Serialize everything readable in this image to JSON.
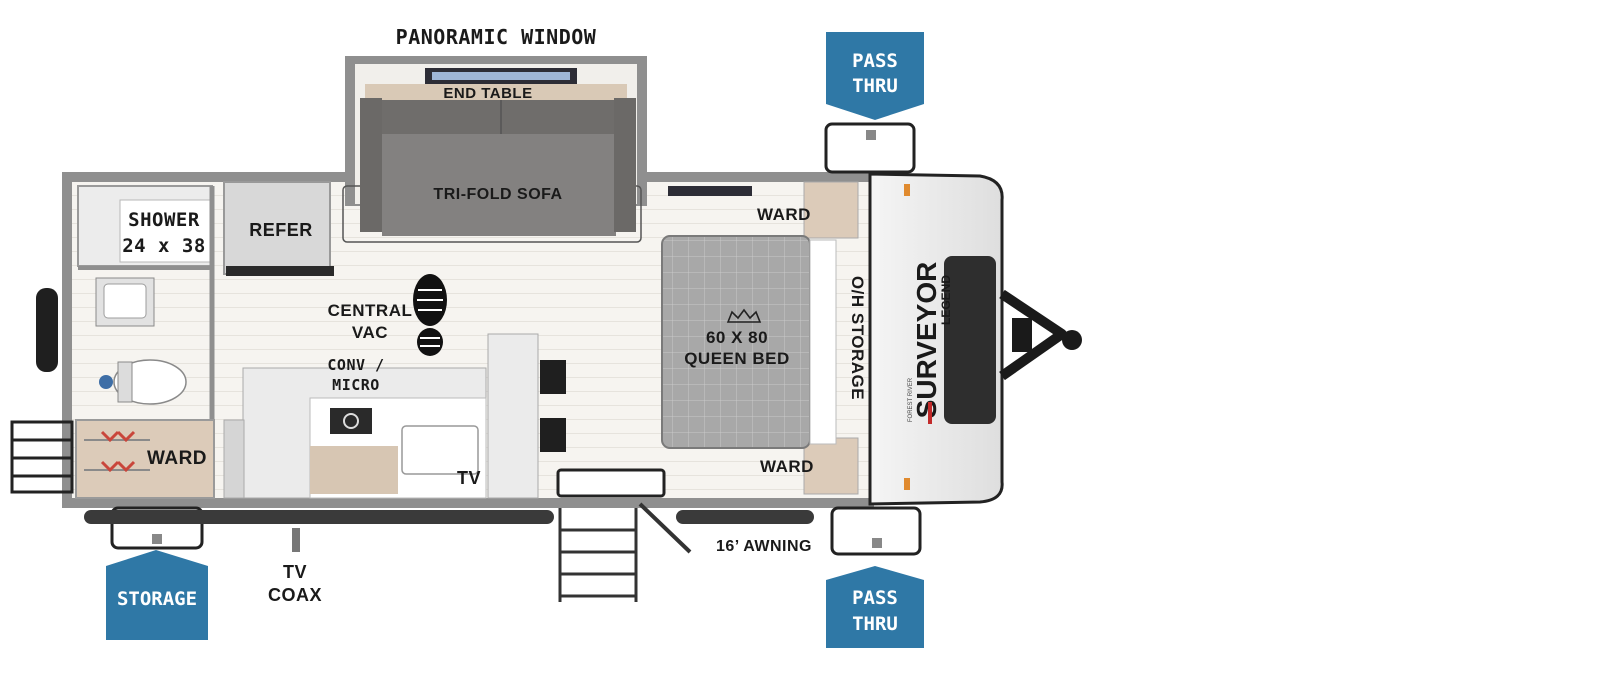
{
  "labels": {
    "panoramic_window": "PANORAMIC WINDOW",
    "end_table": "END TABLE",
    "tri_fold_sofa": "TRI-FOLD SOFA",
    "shower_line1": "SHOWER",
    "shower_line2": "24 x 38",
    "refer": "REFER",
    "central_vac_line1": "CENTRAL",
    "central_vac_line2": "VAC",
    "conv_micro_line1": "CONV /",
    "conv_micro_line2": "MICRO",
    "ward_top": "WARD",
    "ward_bottom": "WARD",
    "ward_rear": "WARD",
    "bed_line1": "60 X 80",
    "bed_line2": "QUEEN BED",
    "oh_storage": "O/H STORAGE",
    "tv": "TV",
    "tv_coax_line1": "TV",
    "tv_coax_line2": "COAX",
    "awning": "16’ AWNING"
  },
  "tags": {
    "pass_thru_top_line1": "PASS",
    "pass_thru_top_line2": "THRU",
    "pass_thru_bottom_line1": "PASS",
    "pass_thru_bottom_line2": "THRU",
    "storage": "STORAGE"
  },
  "brand": {
    "logo_main": "SURVEYOR",
    "logo_sub": "LEGEND",
    "logo_maker": "FOREST RIVER"
  },
  "colors": {
    "tag_blue": "#2f78a6",
    "wall_gray": "#8a8a8a",
    "floor": "#f4f2ee",
    "sofa": "#7f7d7b",
    "bed": "#a9a9a9"
  }
}
